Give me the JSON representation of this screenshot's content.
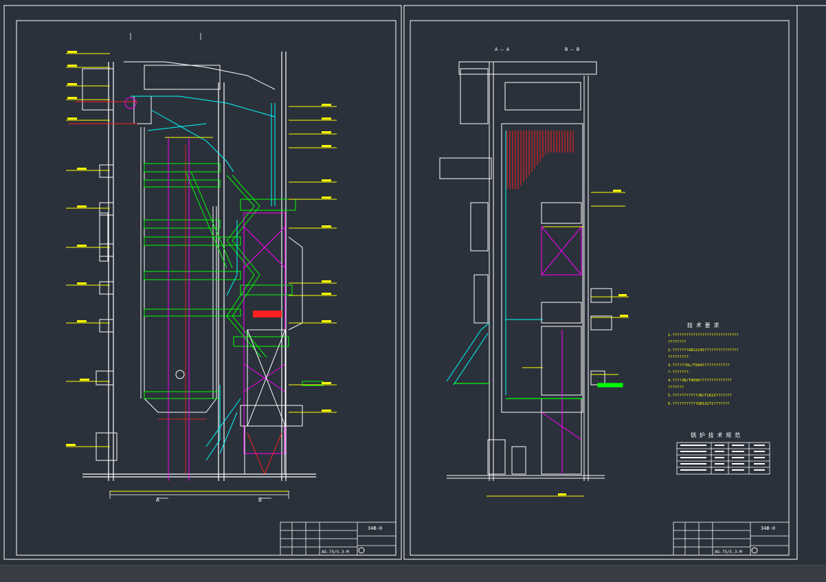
{
  "colors": {
    "background": "#2b313b",
    "border": "#ffffff",
    "structure": "#ffffff",
    "platforms": "#00ff00",
    "piping_cyan": "#00ffff",
    "elevation_yellow": "#ffff00",
    "magenta": "#ff00ff",
    "red": "#ff2020",
    "statusbar": "#383d44"
  },
  "left_sheet": {
    "section_marks": [
      "A",
      "B"
    ],
    "drawing_number": "34B-0",
    "model_code": "AG-75/5.3-M",
    "company_seal_icon": "company-seal-icon"
  },
  "right_sheet": {
    "view_labels": [
      "A — A",
      "B — B"
    ],
    "notes_title": "技 术 要 求",
    "notes": [
      "1.?????????????????????????????",
      "  ????????",
      "2.???????GB12145???????????????",
      "  ?????????.",
      "3.??????DL/T5047???????????",
      "  ?-???????.",
      "4.????JB/T9690??????????????",
      "  ???????",
      "5.???????????JB/T1615???????",
      "6.???????????GB13271???????"
    ],
    "spec_title": "锅 炉 技 术 规 范",
    "drawing_number": "34B-0",
    "model_code": "AG-75/5.3-M",
    "company_seal_icon": "company-seal-icon"
  }
}
